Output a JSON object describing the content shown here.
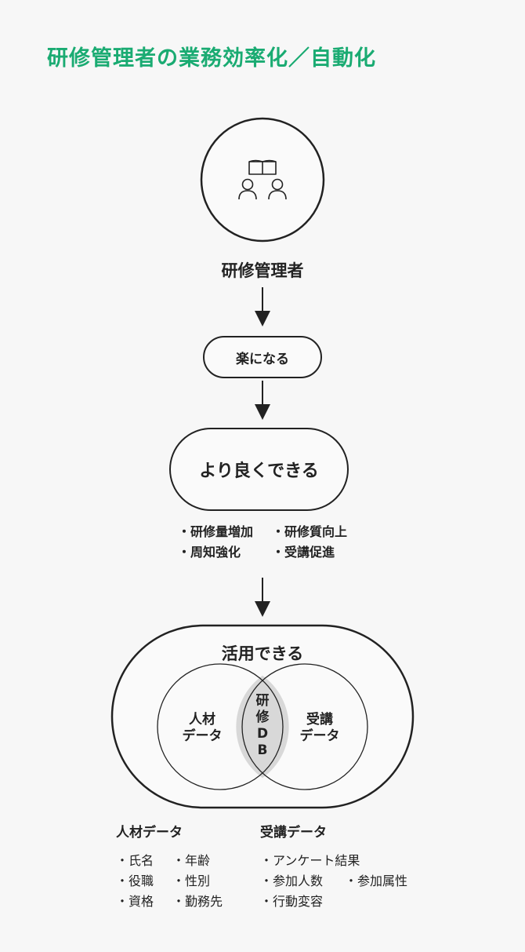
{
  "title": "研修管理者の業務効率化／自動化",
  "colors": {
    "accent": "#1aab72",
    "line": "#222222",
    "overlap": "#d8d8d8"
  },
  "icon": "training-people-book-icon",
  "flow": {
    "actor": "研修管理者",
    "step1": "楽になる",
    "step2": "より良くできる",
    "step2_bullets": [
      [
        "・研修量増加",
        "・研修質向上"
      ],
      [
        "・周知強化",
        "・受講促進"
      ]
    ],
    "step3": "活用できる"
  },
  "venn": {
    "left": [
      "人材",
      "データ"
    ],
    "right": [
      "受講",
      "データ"
    ],
    "center": [
      "研",
      "修",
      "D",
      "B"
    ]
  },
  "details": {
    "left": {
      "heading": "人材データ",
      "rows": [
        [
          "・氏名",
          "・年齢"
        ],
        [
          "・役職",
          "・性別"
        ],
        [
          "・資格",
          "・勤務先"
        ]
      ]
    },
    "right": {
      "heading": "受講データ",
      "rows": [
        [
          "・アンケート結果"
        ],
        [
          "・参加人数",
          "・参加属性"
        ],
        [
          "・行動変容"
        ]
      ]
    }
  }
}
